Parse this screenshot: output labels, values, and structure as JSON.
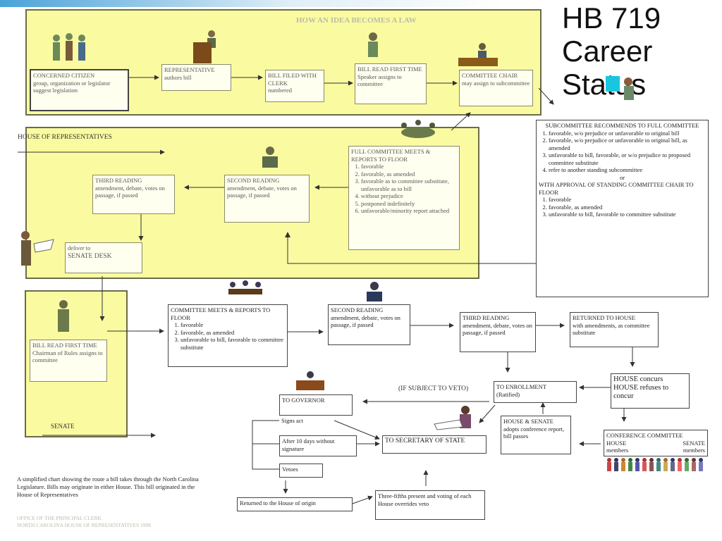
{
  "title": [
    "HB 719",
    "Career",
    "Status"
  ],
  "top_panel": {
    "heading": "HOW AN IDEA BECOMES A LAW",
    "citizen": {
      "title": "CONCERNED CITIZEN",
      "body": "group, organization or legislator suggest legislation"
    },
    "representative": {
      "title": "REPRESENTATIVE",
      "body": "authors bill"
    },
    "bill_filed": {
      "title": "BILL FILED WITH CLERK",
      "body": "numbered"
    },
    "bill_read": {
      "title": "BILL READ FIRST TIME",
      "body": "Speaker assigns to committee"
    },
    "committee_chair": {
      "title": "COMMITTEE CHAIR",
      "body": "may assign to subcommittee"
    }
  },
  "house": {
    "label": "HOUSE OF REPRESENTATIVES",
    "full_committee": {
      "title": "FULL COMMITTEE MEETS & REPORTS TO FLOOR",
      "items": [
        "favorable",
        "favorable, as amended",
        "favorable as to committee substitute, unfavorable as to bill",
        "without prejudice",
        "postponed indefinitely",
        "unfavorable/minority report attached"
      ]
    },
    "second_reading": {
      "title": "SECOND READING",
      "body": "amendment, debate, votes on passage, if passed"
    },
    "third_reading": {
      "title": "THIRD READING",
      "body": "amendment, debate, votes on passage, if passed"
    },
    "deliver": {
      "line1": "deliver to",
      "line2": "SENATE DESK"
    }
  },
  "subcommittee": {
    "title": "SUBCOMMITTEE RECOMMENDS TO FULL COMMITTEE",
    "items": [
      "favorable, w/o prejudice or unfavorable to original bill",
      "favorable, w/o prejudice or unfavorable to original bill, as amended",
      "unfavorable to bill, favorable, or w/o prejudice to proposed committee substitute",
      "refer to another standing subcommittee"
    ],
    "or": "or",
    "with_approval": "WITH APPROVAL OF STANDING COMMITTEE CHAIR TO FLOOR",
    "items2": [
      "favorable",
      "favorable, as amended",
      "unfavorable to bill, favorable to committee substitute"
    ]
  },
  "senate": {
    "label": "SENATE",
    "bill_read": {
      "title": "BILL READ FIRST TIME",
      "body": "Chairman of Rules assigns to committee"
    },
    "committee": {
      "title": "COMMITTEE MEETS & REPORTS TO FLOOR",
      "items": [
        "favorable",
        "favorable, as amended",
        "unfavorable to bill, favorable to committee substitute"
      ]
    },
    "second_reading": {
      "title": "SECOND READING",
      "body": "amendment, debate, votes on passage, if passed"
    },
    "third_reading": {
      "title": "THIRD READING",
      "body": "amendment, debate, votes on passage, if passed"
    },
    "returned_house": {
      "title": "RETURNED TO HOUSE",
      "body": "with amendments, as committee substitute"
    }
  },
  "final": {
    "house_concurs": "HOUSE concurs",
    "house_refuses": "HOUSE refuses to concur",
    "enrollment": {
      "title": "TO ENROLLMENT",
      "body": "(Ratified)"
    },
    "subject_to_veto": "(IF SUBJECT TO VETO)",
    "to_governor": "TO GOVERNOR",
    "signs_act": "Signs act",
    "after_10_days": "After 10 days without signature",
    "vetoes": "Vetoes",
    "secretary_of_state": "TO SECRETARY OF STATE",
    "house_senate": {
      "title": "HOUSE & SENATE",
      "body": "adopts conference report, bill passes"
    },
    "conference": {
      "title": "CONFERENCE COMMITTEE",
      "house": "HOUSE",
      "senate": "SENATE",
      "members1": "members",
      "members2": "members"
    },
    "returned_origin": "Returned to the House of origin",
    "three_fifths": "Three-fifths present and voting of each House overrides veto"
  },
  "footnote": "A simplified chart showing the route a bill takes through the North Carolina Legislature. Bills may originate in either House. This bill originated in the House of Representatives",
  "credits": [
    "OFFICE OF THE PRINCIPAL CLERK",
    "NORTH CAROLINA HOUSE OF REPRESENTATIVES 1998"
  ],
  "colors": {
    "panel": "#fafaa0",
    "panel_border": "#6b6b4a",
    "accent": "#4aa3d8"
  }
}
